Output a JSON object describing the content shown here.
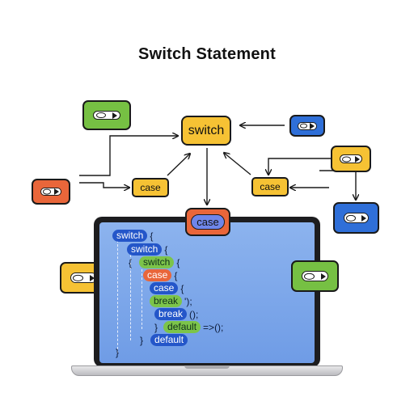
{
  "title": "Switch Statement",
  "nodes": {
    "switch_label": "switch",
    "case_left_label": "case",
    "case_right_label": "case",
    "case_center_label": "case"
  },
  "colors": {
    "yellow": "#f6c234",
    "orange": "#e9663a",
    "blue": "#2f6fd8",
    "green": "#76c043",
    "screen": "#7aa6ea"
  },
  "toggle_icons": [
    {
      "name": "toggle-icon",
      "color": "green"
    },
    {
      "name": "toggle-icon",
      "color": "blue"
    },
    {
      "name": "toggle-icon",
      "color": "yellow"
    },
    {
      "name": "toggle-icon",
      "color": "orange"
    },
    {
      "name": "toggle-icon",
      "color": "blue"
    },
    {
      "name": "toggle-icon",
      "color": "yellow"
    },
    {
      "name": "toggle-icon",
      "color": "green"
    }
  ],
  "code": {
    "l1_kw": "switch",
    "l1_p": "{",
    "l2_kw": "switch",
    "l2_p": "{",
    "l3_p0": "{",
    "l3_kw": "switch",
    "l3_p": "{",
    "l4_kw": "case",
    "l4_p": "{",
    "l5_kw": "case",
    "l5_p": "{",
    "l6_kw": "break",
    "l6_p": "');",
    "l7_kw": "break",
    "l7_p": "();",
    "l8_p0": "}",
    "l8_kw": "default",
    "l8_p": "=>();",
    "l9_p0": "}",
    "l9_kw": "default",
    "l10_p": "}"
  }
}
